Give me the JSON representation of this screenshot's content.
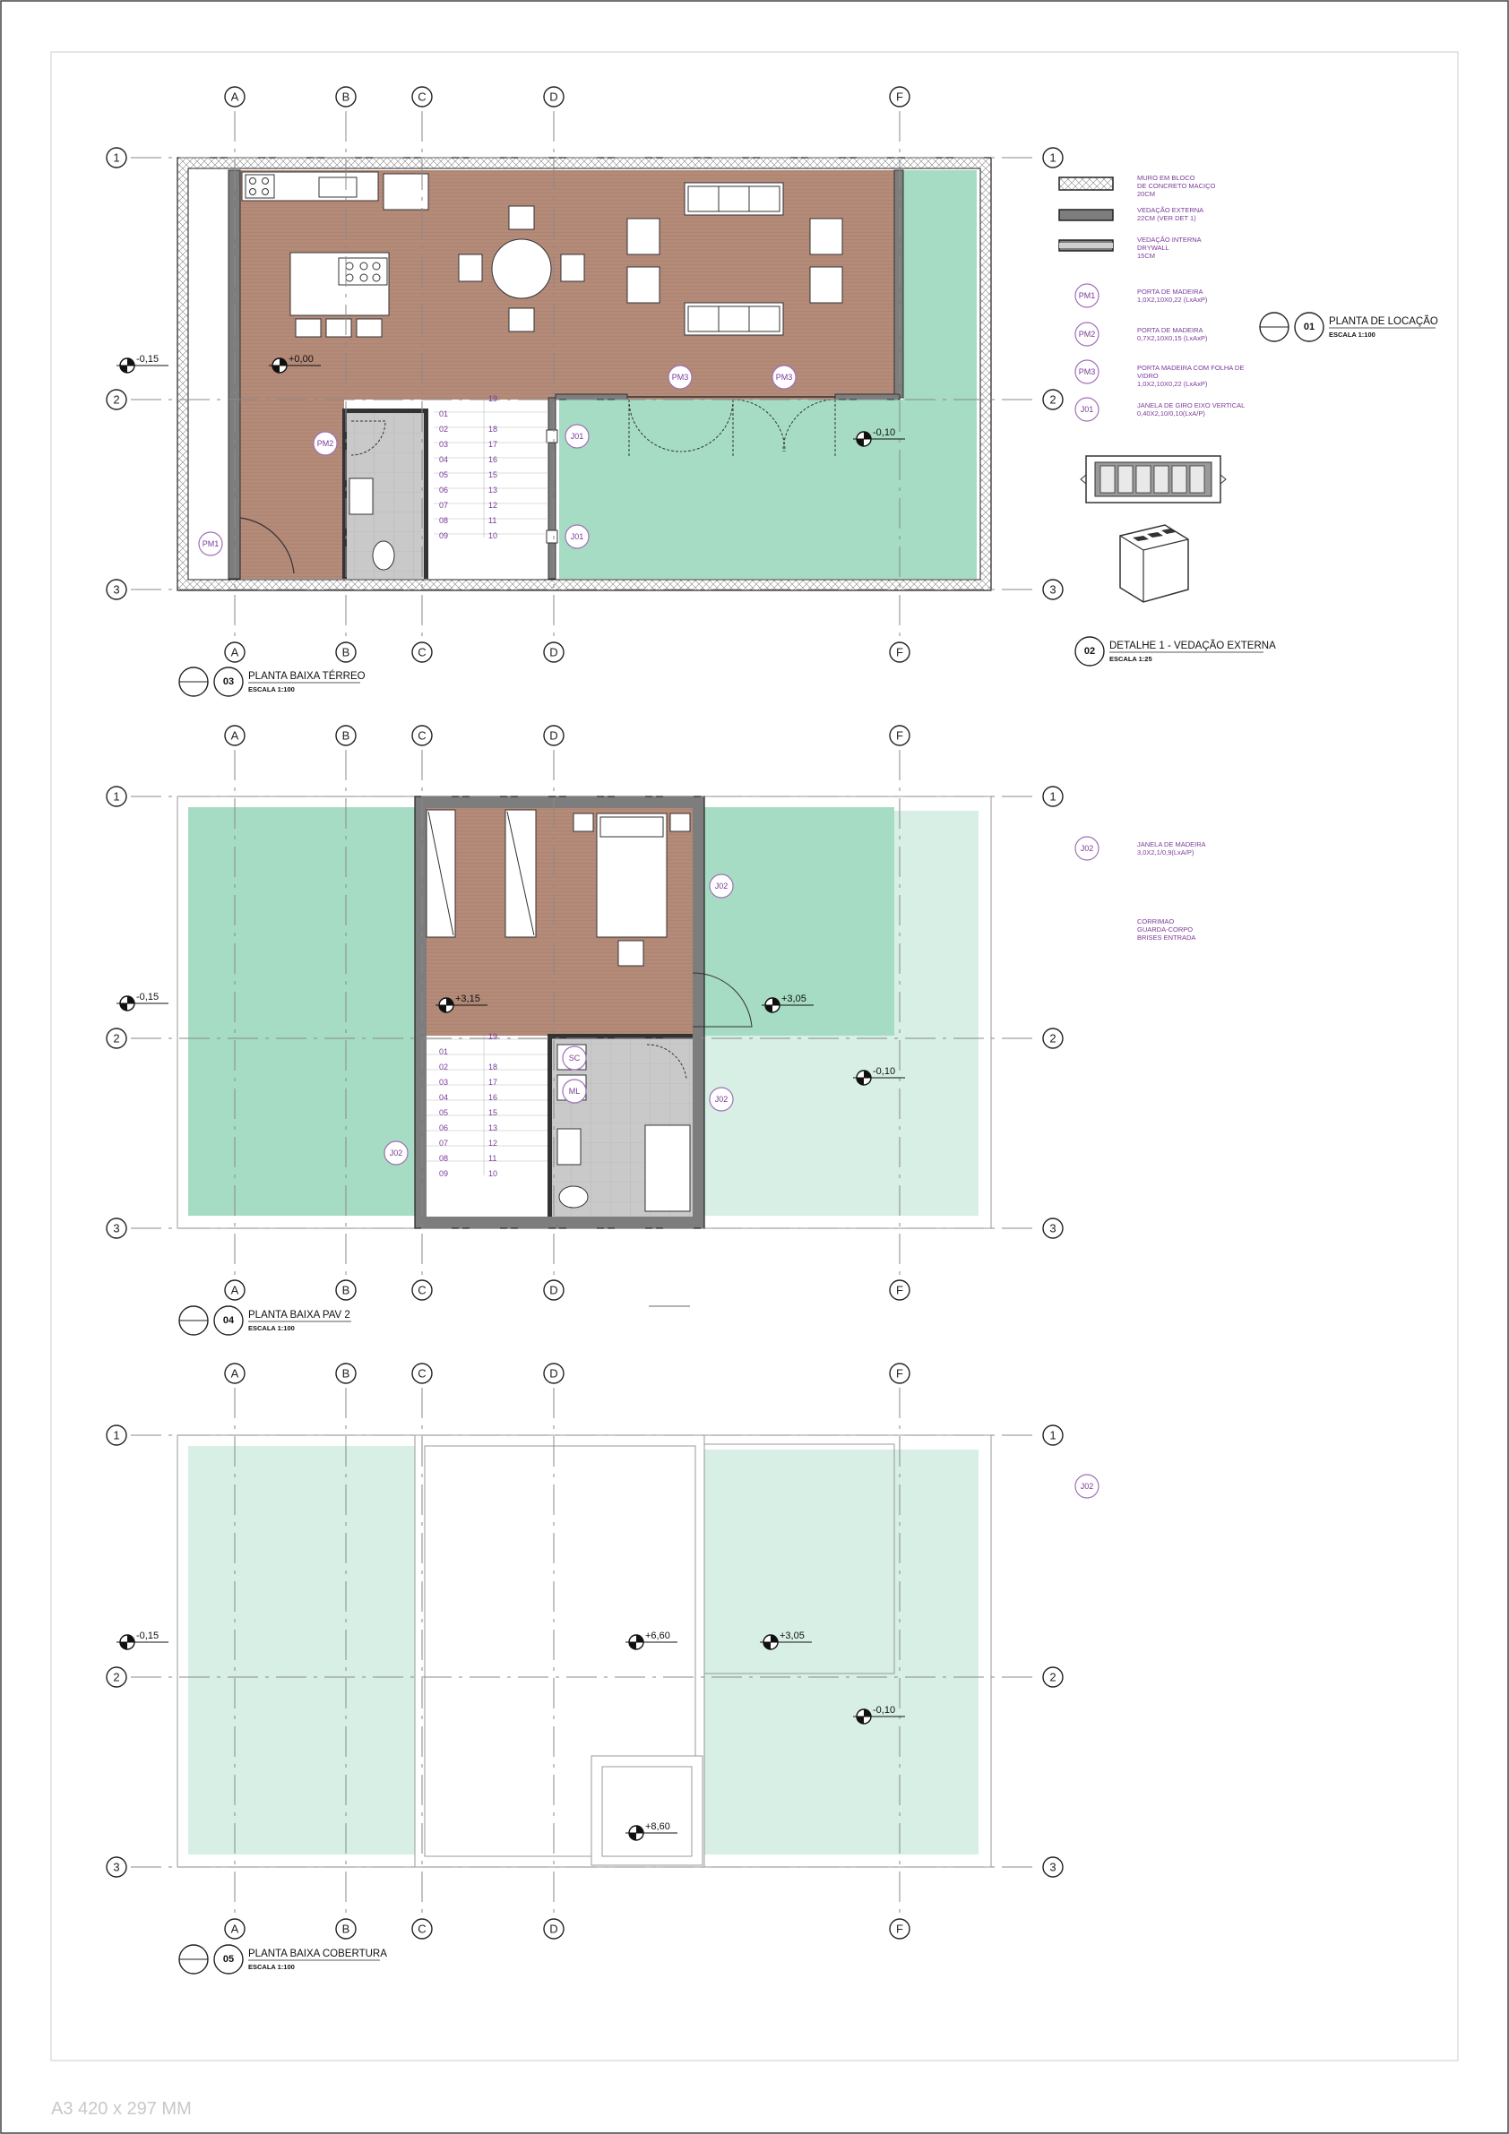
{
  "grid_columns": [
    "A",
    "B",
    "C",
    "D",
    "F"
  ],
  "grid_rows": [
    "1",
    "2",
    "3"
  ],
  "levels": {
    "ground": [
      "-0,15",
      "+0,00",
      "-0,10"
    ],
    "pav2": [
      "-0,15",
      "+3,15",
      "+3,05",
      "-0,10"
    ],
    "roof": [
      "-0,15",
      "+6,60",
      "+3,05",
      "-0,10",
      "+8,60"
    ]
  },
  "tags": {
    "pm1": "PM1",
    "pm2": "PM2",
    "pm3": "PM3",
    "j01": "J01",
    "j02": "J02",
    "sc": "SC",
    "ml": "ML"
  },
  "stairs": {
    "left": [
      "01",
      "02",
      "03",
      "04",
      "05",
      "06",
      "07",
      "08",
      "09"
    ],
    "right": [
      "19",
      "18",
      "17",
      "16",
      "15",
      "13",
      "12",
      "11",
      "10"
    ]
  },
  "legend": {
    "wall_block": [
      "MURO EM BLOCO",
      "DE CONCRETO MACIÇO",
      "20CM"
    ],
    "wall_external": [
      "VEDAÇÃO EXTERNA",
      "22CM (VER DET 1)"
    ],
    "wall_internal": [
      "VEDAÇÃO INTERNA",
      "DRYWALL",
      "15CM"
    ],
    "pm1": [
      "PORTA DE MADEIRA",
      "1,0X2,10X0,22 (LxAxP)"
    ],
    "pm2": [
      "PORTA DE MADEIRA",
      "0,7X2,10X0,15 (LxAxP)"
    ],
    "pm3": [
      "PORTA MADEIRA COM FOLHA DE",
      "VIDRO",
      "1,0X2,10X0,22 (LxAxP)"
    ],
    "j01": [
      "JANELA DE GIRO EIXO VERTICAL",
      "0,40X2,10/0,10(LxA/P)"
    ],
    "j02": [
      "JANELA DE MADEIRA",
      "3,0X2,1/0,9(LxA/P)"
    ],
    "notes": [
      "CORRIMAO",
      "GUARDA-CORPO",
      "BRISES ENTRADA"
    ]
  },
  "titles": {
    "t01": {
      "num": "01",
      "name": "PLANTA DE LOCAÇÃO",
      "scale": "ESCALA 1:100"
    },
    "t02": {
      "num": "02",
      "name": "DETALHE 1 - VEDAÇÃO EXTERNA",
      "scale": "ESCALA 1:25"
    },
    "t03": {
      "num": "03",
      "name": "PLANTA BAIXA TÉRREO",
      "scale": "ESCALA 1:100"
    },
    "t04": {
      "num": "04",
      "name": "PLANTA BAIXA PAV 2",
      "scale": "ESCALA 1:100"
    },
    "t05": {
      "num": "05",
      "name": "PLANTA BAIXA COBERTURA",
      "scale": "ESCALA 1:100"
    }
  },
  "paper_size": "A3 420 x 297 MM",
  "colors": {
    "wood": "#b48a78",
    "grass": "#a5dcc3",
    "tile": "#c9c9c9",
    "tag": "#7b3a9a",
    "wall": "#7d7d7d"
  }
}
